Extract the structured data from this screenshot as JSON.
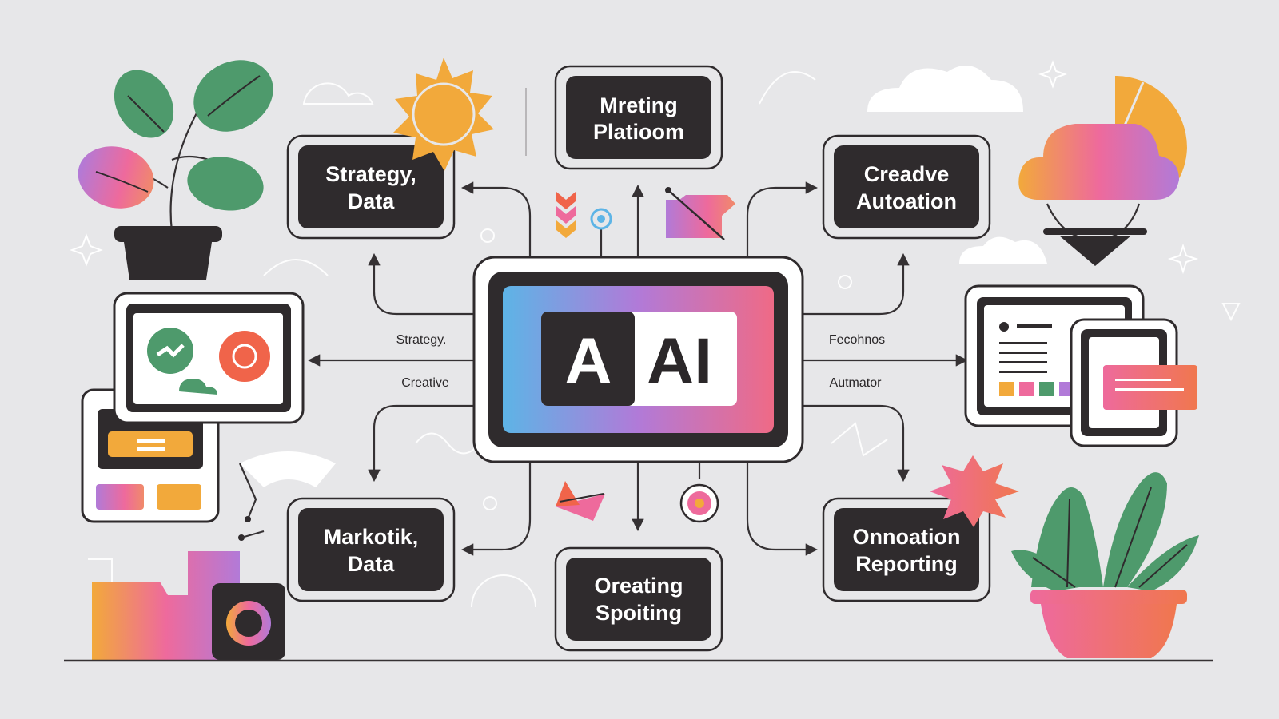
{
  "center": {
    "badge_left": "A",
    "badge_right": "AI"
  },
  "nodes": {
    "top": [
      "Mreting",
      "Platioom"
    ],
    "top_left": [
      "Strategy,",
      "Data"
    ],
    "top_right": [
      "Creadve",
      "Autoation"
    ],
    "bottom_left": [
      "Markotik,",
      "Data"
    ],
    "bottom": [
      "Oreating",
      "Spoiting"
    ],
    "bottom_right": [
      "Onnoation",
      "Reporting"
    ]
  },
  "edge_labels": {
    "left_upper": "Strategy.",
    "left_lower": "Creative",
    "right_upper": "Fecohnos",
    "right_lower": "Autmator"
  },
  "colors": {
    "background": "#e7e7e9",
    "node_fill": "#2f2b2d",
    "line": "#353133",
    "gradient_start": "#5db4e6",
    "gradient_mid": "#b17ad8",
    "gradient_end": "#ef6a86",
    "green": "#4e9a6c",
    "orange": "#f2a93b",
    "pink": "#ee6aa0"
  },
  "icons": [
    "plant-icon",
    "sun-icon",
    "cloud-icon",
    "monitor-icon",
    "tablet-icon",
    "camera-icon",
    "document-icon",
    "sparkle-icon",
    "paper-plane-icon",
    "target-icon",
    "chevron-stack-icon",
    "location-pin-icon",
    "folder-icon",
    "pie-chart-icon"
  ]
}
